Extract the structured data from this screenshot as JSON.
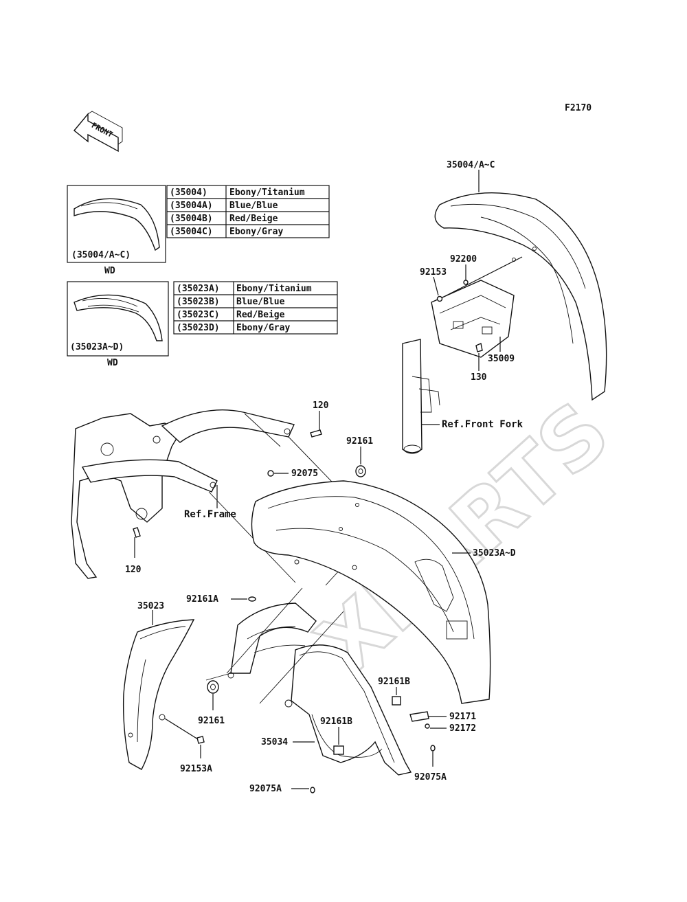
{
  "figure_code": "F2170",
  "watermark": "XPARTS",
  "direction_tag": "FRONT",
  "inset_top": {
    "caption": "(35004/A~C)",
    "tag": "WD",
    "rows": [
      {
        "code": "(35004)",
        "color": "Ebony/Titanium"
      },
      {
        "code": "(35004A)",
        "color": "Blue/Blue"
      },
      {
        "code": "(35004B)",
        "color": "Red/Beige"
      },
      {
        "code": "(35004C)",
        "color": "Ebony/Gray"
      }
    ]
  },
  "inset_bottom": {
    "caption": "(35023A~D)",
    "tag": "WD",
    "rows": [
      {
        "code": "(35023A)",
        "color": "Ebony/Titanium"
      },
      {
        "code": "(35023B)",
        "color": "Blue/Blue"
      },
      {
        "code": "(35023C)",
        "color": "Red/Beige"
      },
      {
        "code": "(35023D)",
        "color": "Ebony/Gray"
      }
    ]
  },
  "callouts": {
    "front_fender": "35004/A~C",
    "washer_92200": "92200",
    "screw_92153": "92153",
    "bracket_35009": "35009",
    "bolt_130": "130",
    "ref_front_fork": "Ref.Front Fork",
    "bolt_120_top": "120",
    "grommet_92161_top": "92161",
    "nut_92075": "92075",
    "ref_frame": "Ref.Frame",
    "bolt_120_bottom": "120",
    "rear_fender": "35023A~D",
    "pad_92161A": "92161A",
    "cover_35023": "35023",
    "grommet_92161_bottom": "92161",
    "screw_92153A": "92153A",
    "pad_92161B_upper": "92161B",
    "pad_92161B_lower": "92161B",
    "inner_fender_35034": "35034",
    "plate_92171": "92171",
    "clip_92172": "92172",
    "nut_92075A_right": "92075A",
    "nut_92075A_left": "92075A"
  }
}
